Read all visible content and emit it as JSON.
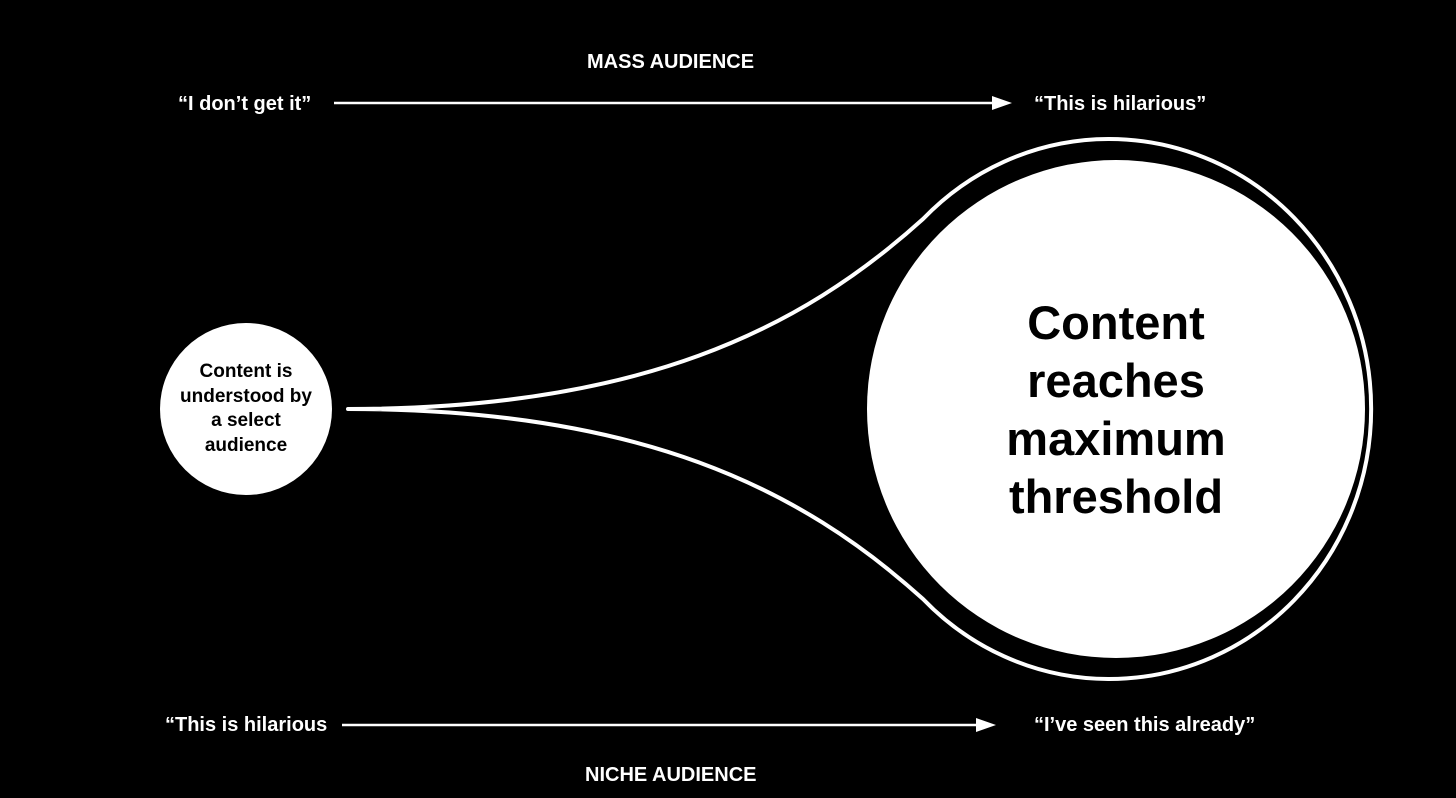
{
  "top": {
    "heading": "MASS AUDIENCE",
    "start_quote": "“I don’t get it”",
    "end_quote": "“This is hilarious”"
  },
  "bottom": {
    "heading": "NICHE AUDIENCE",
    "start_quote": "“This is hilarious",
    "end_quote": "“I’ve seen this already”"
  },
  "small_circle": {
    "lines": [
      "Content is",
      "understood by",
      "a select",
      "audience"
    ]
  },
  "big_circle": {
    "lines": [
      "Content",
      "reaches",
      "maximum",
      "threshold"
    ]
  },
  "colors": {
    "background": "#000000",
    "foreground": "#ffffff",
    "circle_text": "#000000"
  }
}
